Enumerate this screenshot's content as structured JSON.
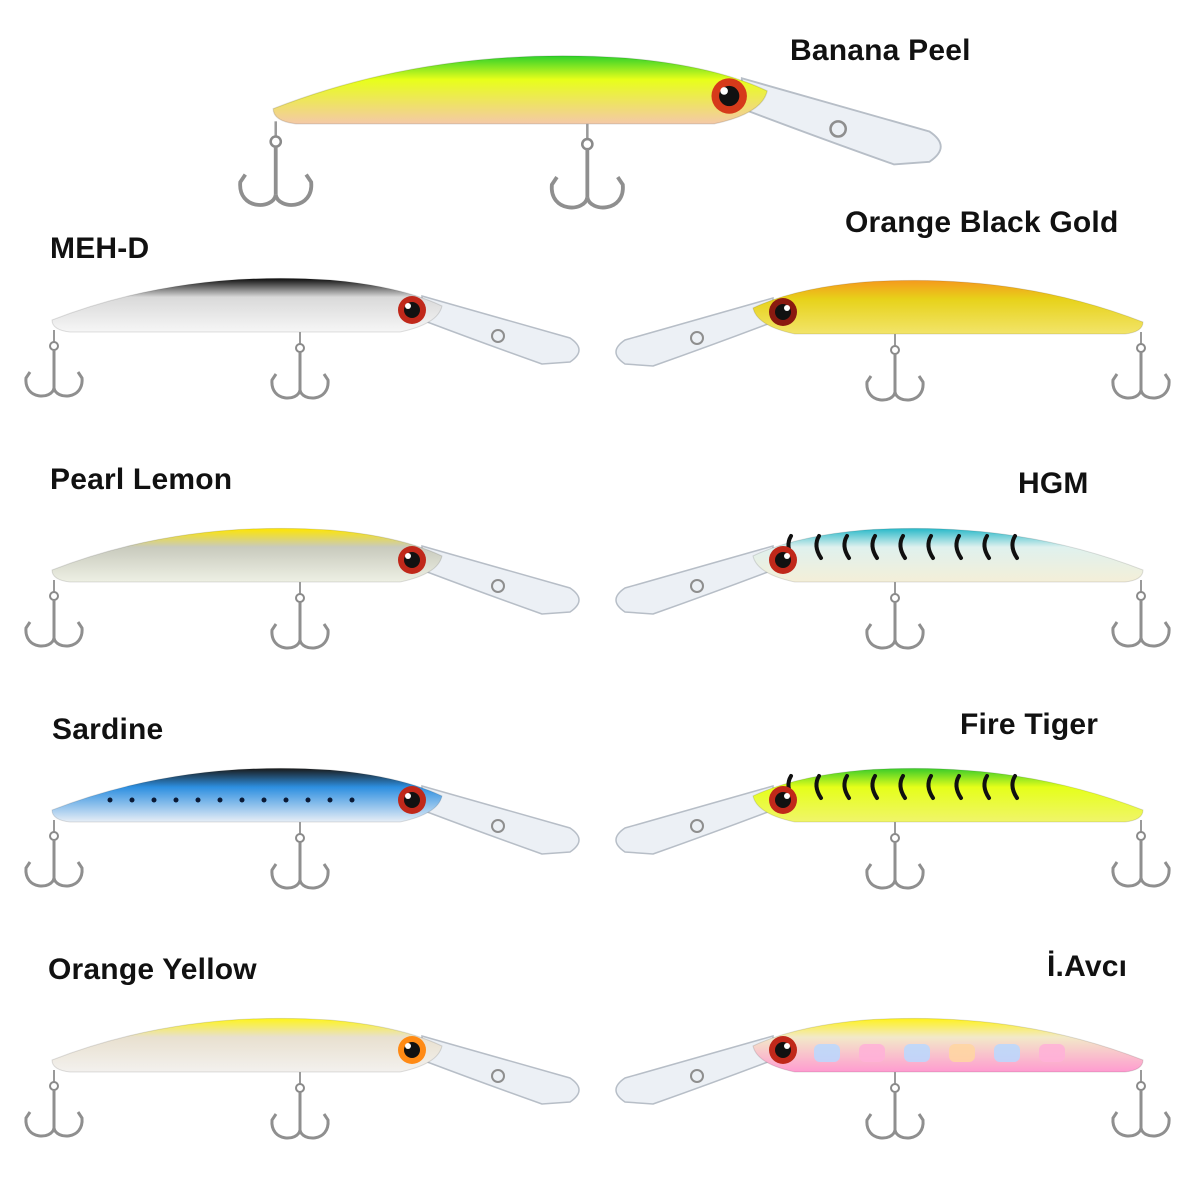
{
  "lures": [
    {
      "id": "banana-peel",
      "label": "Banana Peel",
      "facing": "right",
      "colors": {
        "back": "#2fd12a",
        "body": "#e8ff1a",
        "belly": "#f4c9a8",
        "eye": "#d63a1a"
      }
    },
    {
      "id": "meh-d",
      "label": "MEH-D",
      "facing": "right",
      "colors": {
        "back": "#0c0c0c",
        "body": "#d9d9d9",
        "belly": "#f6f6f6",
        "eye": "#c0281a"
      }
    },
    {
      "id": "orange-black-gold",
      "label": "Orange Black Gold",
      "facing": "left",
      "colors": {
        "back": "#f59a1c",
        "body": "#e7d21a",
        "belly": "#f2e46a",
        "eye": "#8a1a10"
      }
    },
    {
      "id": "pearl-lemon",
      "label": "Pearl Lemon",
      "facing": "right",
      "colors": {
        "back": "#ffe600",
        "body": "#c8cabd",
        "belly": "#eef0e4",
        "eye": "#c0281a"
      }
    },
    {
      "id": "hgm",
      "label": "HGM",
      "facing": "left",
      "colors": {
        "back": "#27b9c9",
        "body": "#dff1ee",
        "belly": "#f4efd8",
        "eye": "#c0281a"
      }
    },
    {
      "id": "sardine",
      "label": "Sardine",
      "facing": "right",
      "colors": {
        "back": "#1a1a1a",
        "body": "#2d8fe0",
        "belly": "#e7eef6",
        "eye": "#c0281a"
      }
    },
    {
      "id": "fire-tiger",
      "label": "Fire Tiger",
      "facing": "left",
      "colors": {
        "back": "#39cc2a",
        "body": "#e5ff1a",
        "belly": "#f0f56a",
        "eye": "#c0281a"
      }
    },
    {
      "id": "orange-yellow",
      "label": "Orange Yellow",
      "facing": "right",
      "colors": {
        "back": "#fff51a",
        "body": "#e8e0cf",
        "belly": "#f3f1ee",
        "eye": "#ff8a14"
      }
    },
    {
      "id": "i-avci",
      "label": "İ.Avcı",
      "facing": "left",
      "colors": {
        "back": "#fff21a",
        "body": "#f2e9c8",
        "belly": "#ff9bd0",
        "eye": "#c0281a"
      }
    }
  ]
}
